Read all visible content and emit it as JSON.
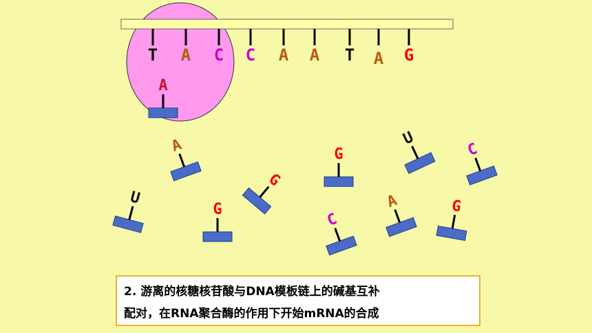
{
  "colors": {
    "background": "#f7f9a8",
    "dna_strand": "#ffffa8",
    "enzyme": "#ff99ee",
    "nucleotide_block": "#4a6cc8",
    "A_orange": "#b85a10",
    "A_red": "#c8102e",
    "C": "#cc00cc",
    "G": "#ff0000",
    "T": "#111111",
    "U": "#111111"
  },
  "template_strand": {
    "bases": [
      "T",
      "A",
      "C",
      "C",
      "A",
      "A",
      "T",
      "A",
      "G"
    ],
    "base_colors": [
      "T",
      "A_orange",
      "C",
      "C",
      "A_orange",
      "A_orange",
      "T",
      "A_orange",
      "G"
    ]
  },
  "paired_nucleotide": {
    "base": "A",
    "color": "A_red"
  },
  "free_nucleotides": [
    {
      "base": "A",
      "color": "A_orange"
    },
    {
      "base": "G",
      "color": "G"
    },
    {
      "base": "U",
      "color": "U"
    },
    {
      "base": "C",
      "color": "C"
    },
    {
      "base": "U",
      "color": "U"
    },
    {
      "base": "G",
      "color": "G"
    },
    {
      "base": "G",
      "color": "G"
    },
    {
      "base": "C",
      "color": "C"
    },
    {
      "base": "A",
      "color": "A_orange"
    },
    {
      "base": "G",
      "color": "G"
    }
  ],
  "caption": {
    "line1": "2. 游离的核糖核苷酸与DNA模板链上的碱基互补",
    "line2": "配对，在RNA聚合酶的作用下开始mRNA的合成"
  }
}
